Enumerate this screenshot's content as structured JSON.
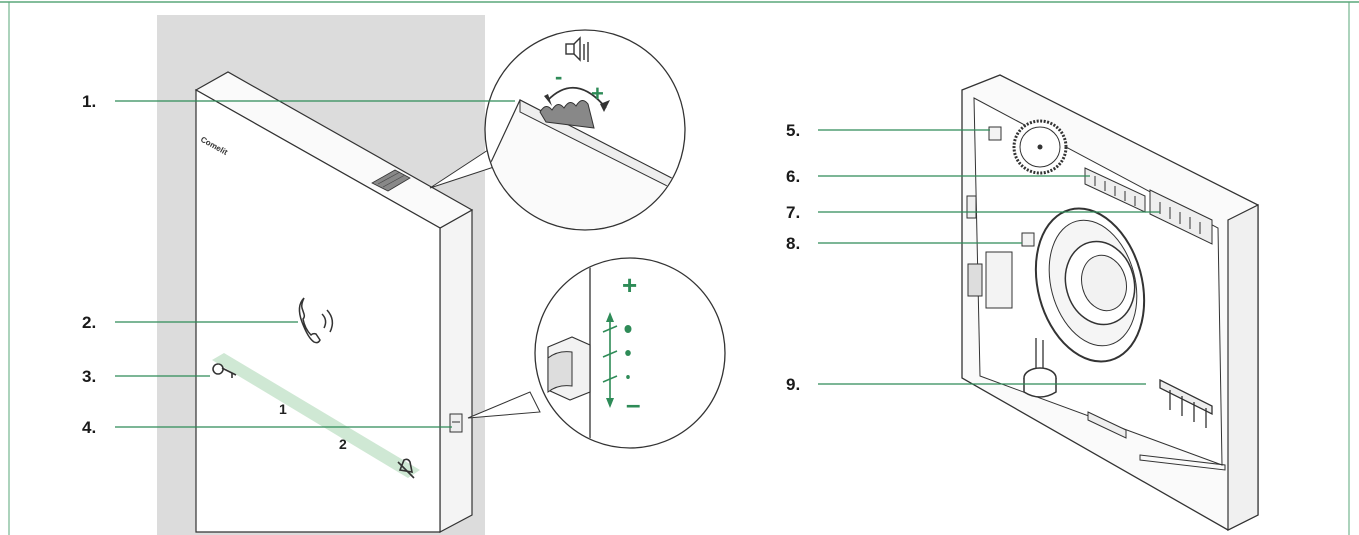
{
  "device_brand": "Comelit",
  "callouts_left": [
    {
      "label": "1."
    },
    {
      "label": "2."
    },
    {
      "label": "3."
    },
    {
      "label": "4."
    }
  ],
  "callouts_right": [
    {
      "label": "5."
    },
    {
      "label": "6."
    },
    {
      "label": "7."
    },
    {
      "label": "8."
    },
    {
      "label": "9."
    }
  ],
  "front_panel": {
    "key_1": "1",
    "key_2": "2"
  },
  "volume_detail": {
    "minus_label": "-",
    "plus_label": "+"
  },
  "switch_detail": {
    "plus_label": "+",
    "minus_label": "–"
  },
  "colors": {
    "accent_green": "#2e8b57",
    "leader_green": "#2e8b57",
    "wall_gray": "#dcdcdc",
    "key_strip": "#cfe8d4",
    "frame_border": "#5aa77a"
  },
  "icons": [
    "speaker-volume-icon",
    "handset-icon",
    "key-icon",
    "bell-mute-icon",
    "double-arrow-icon"
  ]
}
